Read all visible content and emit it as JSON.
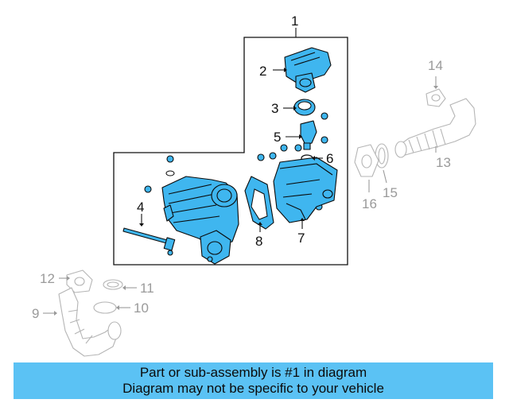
{
  "callouts": {
    "c1": "1",
    "c2": "2",
    "c3": "3",
    "c4": "4",
    "c5": "5",
    "c6": "6",
    "c7": "7",
    "c8": "8",
    "c9": "9",
    "c10": "10",
    "c11": "11",
    "c12": "12",
    "c13": "13",
    "c14": "14",
    "c15": "15",
    "c16": "16"
  },
  "banner": {
    "line1": "Part or sub-assembly is #1 in diagram",
    "line2": "Diagram may not be specific to your vehicle"
  },
  "colors": {
    "highlight": "#3fb6ef",
    "banner": "#5bc2f4",
    "ghost": "#b5b5b5"
  }
}
